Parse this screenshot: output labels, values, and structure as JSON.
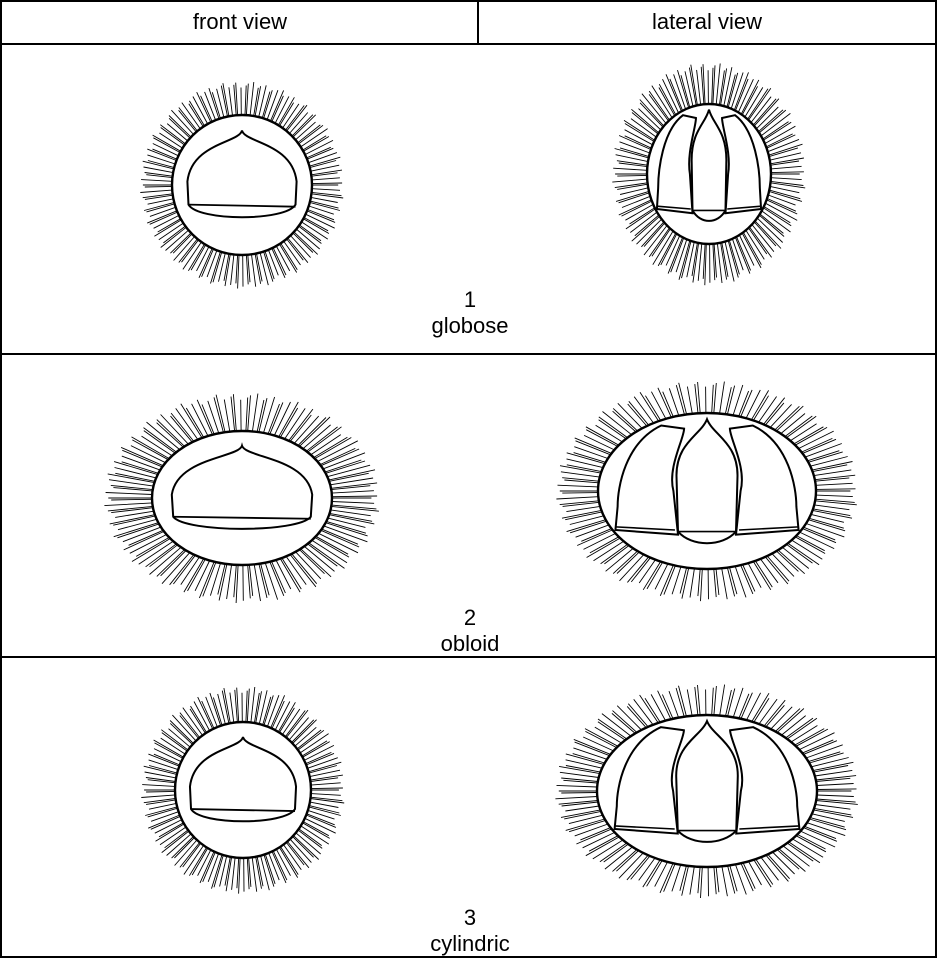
{
  "header": {
    "front_view": "front view",
    "lateral_view": "lateral view"
  },
  "rows": [
    {
      "number": "1",
      "shape": "globose"
    },
    {
      "number": "2",
      "shape": "obloid"
    },
    {
      "number": "3",
      "shape": "cylindric"
    }
  ],
  "colors": {
    "line": "#000000",
    "background": "#ffffff"
  }
}
